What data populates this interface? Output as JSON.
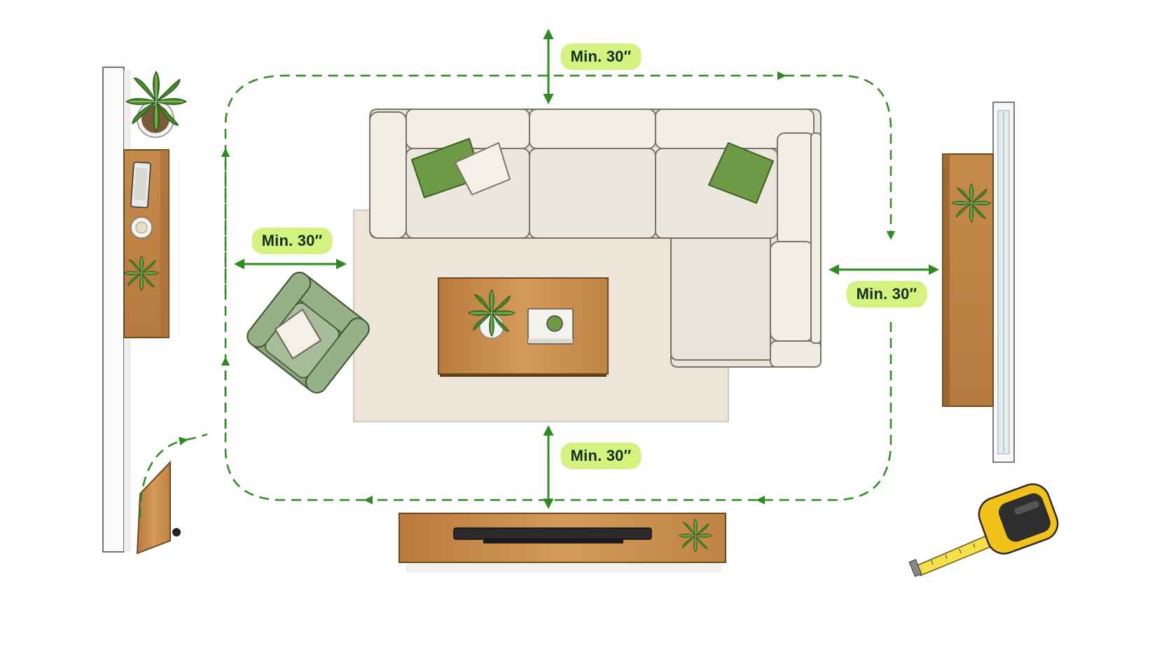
{
  "clearance_labels": {
    "top": "Min. 30″",
    "left": "Min. 30″",
    "right": "Min. 30″",
    "bottom": "Min. 30″"
  },
  "colors": {
    "accent_green": "#2e8b1f",
    "label_fill": "#d4f27f",
    "wood": "#c98e4e",
    "sofa": "#ebe6dc",
    "rug": "#ede5d9",
    "chair": "#8aa57c",
    "pillow_green": "#6e9a45",
    "tape_yellow": "#f2c21b"
  },
  "icons": [
    "potted-plant-icon",
    "tablet-icon",
    "tape-measure-icon",
    "tv-icon",
    "book-icon"
  ]
}
